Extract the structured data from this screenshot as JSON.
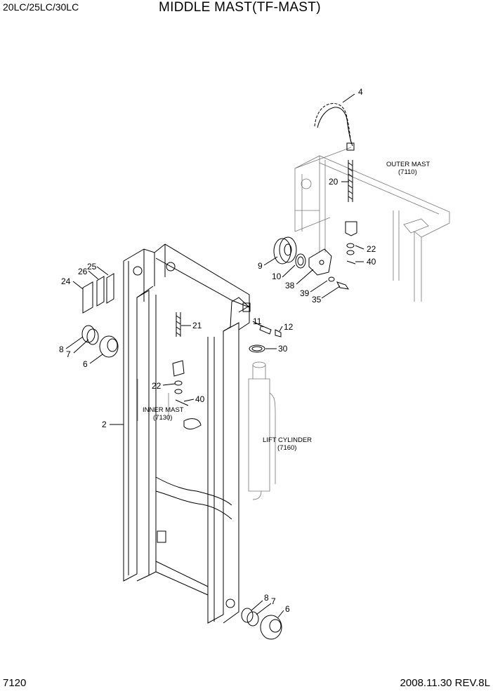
{
  "header": {
    "model": "20LC/25LC/30LC",
    "title": "MIDDLE MAST(TF-MAST)"
  },
  "footer": {
    "page": "7120",
    "revision": "2008.11.30  REV.8L"
  },
  "labels": {
    "p4": "4",
    "p20": "20",
    "p22a": "22",
    "p40a": "40",
    "p9": "9",
    "p10": "10",
    "p38": "38",
    "p39": "39",
    "p35": "35",
    "p24": "24",
    "p26": "26",
    "p25": "25",
    "p8a": "8",
    "p7a": "7",
    "p6a": "6",
    "p21": "21",
    "p11": "11",
    "p12": "12",
    "p30": "30",
    "p22b": "22",
    "p40b": "40",
    "p2": "2",
    "p8b": "8",
    "p7b": "7",
    "p6b": "6"
  },
  "references": {
    "outer_mast": "OUTER MAST",
    "outer_mast_ref": "(7110)",
    "inner_mast": "INNER MAST",
    "inner_mast_ref": "(7130)",
    "lift_cylinder": "LIFT CYLINDER",
    "lift_cylinder_ref": "(7160)"
  }
}
